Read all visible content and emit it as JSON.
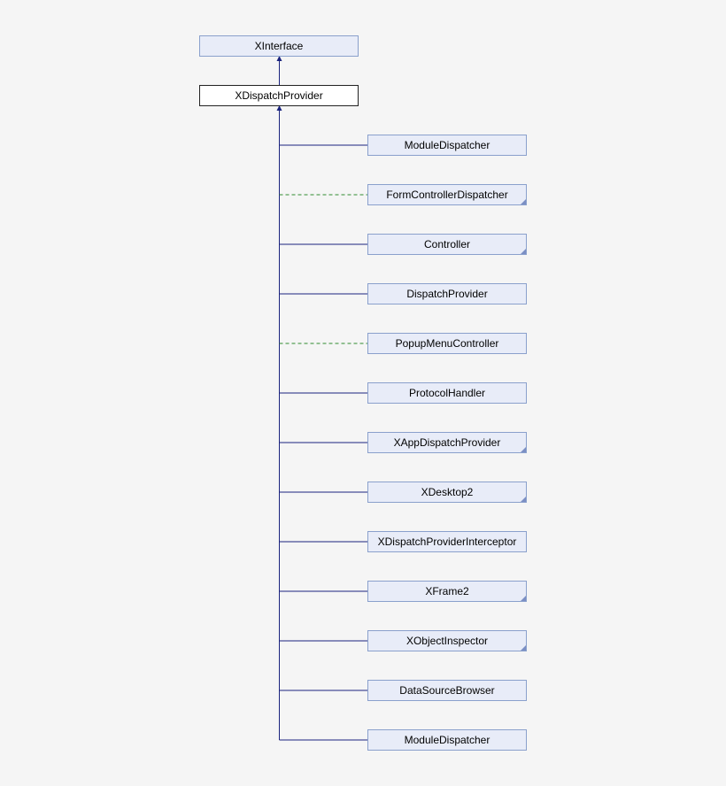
{
  "colors": {
    "background": "#f5f5f5",
    "node_fill": "#e8ecf8",
    "node_border": "#8aa0cc",
    "current_node_border": "#222222",
    "inheritance_line": "#1a237e",
    "dashed_line": "#2e8b2e"
  },
  "diagram": {
    "root": {
      "label": "XInterface"
    },
    "current": {
      "label": "XDispatchProvider"
    },
    "children": [
      {
        "label": "ModuleDispatcher",
        "link": "solid",
        "marker": false
      },
      {
        "label": "FormControllerDispatcher",
        "link": "dashed",
        "marker": true
      },
      {
        "label": "Controller",
        "link": "solid",
        "marker": true
      },
      {
        "label": "DispatchProvider",
        "link": "solid",
        "marker": false
      },
      {
        "label": "PopupMenuController",
        "link": "dashed",
        "marker": false
      },
      {
        "label": "ProtocolHandler",
        "link": "solid",
        "marker": false
      },
      {
        "label": "XAppDispatchProvider",
        "link": "solid",
        "marker": true
      },
      {
        "label": "XDesktop2",
        "link": "solid",
        "marker": true
      },
      {
        "label": "XDispatchProviderInterceptor",
        "link": "solid",
        "marker": false
      },
      {
        "label": "XFrame2",
        "link": "solid",
        "marker": true
      },
      {
        "label": "XObjectInspector",
        "link": "solid",
        "marker": true
      },
      {
        "label": "DataSourceBrowser",
        "link": "solid",
        "marker": false
      },
      {
        "label": "ModuleDispatcher",
        "link": "solid",
        "marker": false
      }
    ]
  }
}
